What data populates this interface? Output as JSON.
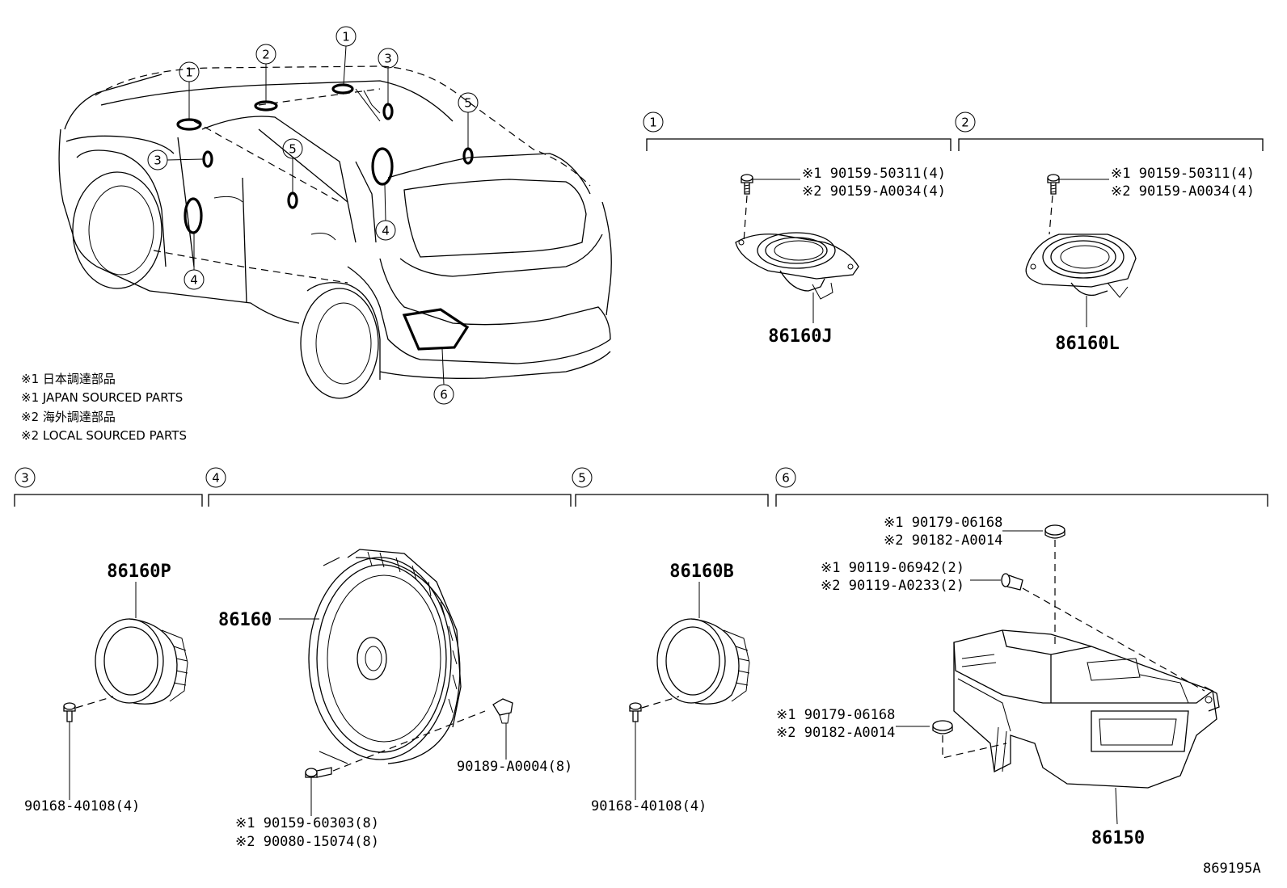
{
  "notes": [
    "※1 日本調達部品",
    "※1 JAPAN SOURCED PARTS",
    "※2 海外調達部品",
    "※2 LOCAL SOURCED PARTS"
  ],
  "callouts": [
    "1",
    "2",
    "3",
    "4",
    "5",
    "6"
  ],
  "groups": {
    "g1": {
      "num": "1",
      "part": "86160J",
      "screw_a": "※1 90159-50311(4)",
      "screw_b": "※2 90159-A0034(4)"
    },
    "g2": {
      "num": "2",
      "part": "86160L",
      "screw_a": "※1 90159-50311(4)",
      "screw_b": "※2 90159-A0034(4)"
    },
    "g3": {
      "num": "3",
      "part": "86160P",
      "screw": "90168-40108(4)"
    },
    "g4": {
      "num": "4",
      "part": "86160",
      "clip": "90189-A0004(8)",
      "screw_a": "※1 90159-60303(8)",
      "screw_b": "※2 90080-15074(8)"
    },
    "g5": {
      "num": "5",
      "part": "86160B",
      "screw": "90168-40108(4)"
    },
    "g6": {
      "num": "6",
      "part": "86150",
      "nut_top_a": "※1 90179-06168",
      "nut_top_b": "※2 90182-A0014",
      "bolt_a": "※1 90119-06942(2)",
      "bolt_b": "※2 90119-A0233(2)",
      "nut_bot_a": "※1 90179-06168",
      "nut_bot_b": "※2 90182-A0014"
    }
  },
  "figure_id": "869195A"
}
